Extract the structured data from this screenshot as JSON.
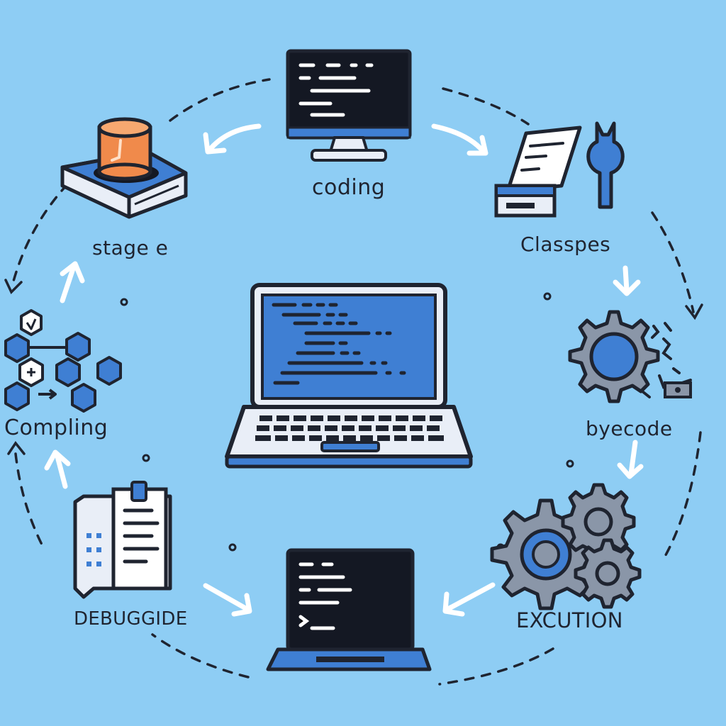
{
  "colors": {
    "background": "#8ecdf4",
    "outline": "#1f2430",
    "accent_blue": "#3f7fd3",
    "screen_dark": "#141823",
    "arrow_white": "#ffffff",
    "database_orange": "#f08a4b"
  },
  "stages": [
    {
      "id": "coding",
      "label": "coding",
      "icon": "desktop-monitor-icon"
    },
    {
      "id": "classpes",
      "label": "Classpes",
      "icon": "document-and-wrench-icon"
    },
    {
      "id": "byecode",
      "label": "byecode",
      "icon": "gear-icon"
    },
    {
      "id": "excution",
      "label": "EXCUTION",
      "icon": "gears-cluster-icon"
    },
    {
      "id": "debuggide",
      "label": "DEBUGGIDE",
      "icon": "document-notepad-icon"
    },
    {
      "id": "compling",
      "label": "Compling",
      "icon": "hexagon-modules-icon"
    },
    {
      "id": "stage",
      "label": "stage e",
      "icon": "database-book-icon"
    }
  ],
  "center_icon": "laptop-icon",
  "bottom_icon": "laptop-terminal-icon"
}
